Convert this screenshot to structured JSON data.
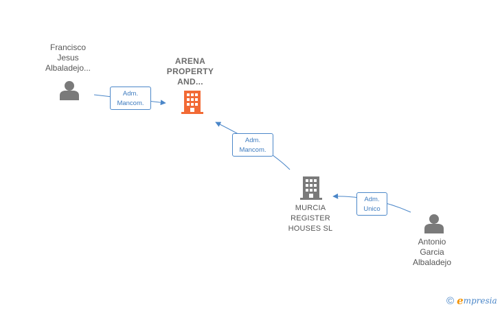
{
  "nodes": {
    "francisco": {
      "type": "person",
      "label": "Francisco\nJesus\nAlbaladejo..."
    },
    "arena": {
      "type": "company-main",
      "label": "ARENA\nPROPERTY\nAND..."
    },
    "murcia": {
      "type": "company",
      "label": "MURCIA\nREGISTER\nHOUSES SL"
    },
    "antonio": {
      "type": "person",
      "label": "Antonio\nGarcia\nAlbaladejo"
    }
  },
  "edges": [
    {
      "from": "francisco",
      "to": "arena",
      "label": "Adm.\nMancom."
    },
    {
      "from": "murcia",
      "to": "arena",
      "label": "Adm.\nMancom."
    },
    {
      "from": "antonio",
      "to": "murcia",
      "label": "Adm.\nUnico"
    }
  ],
  "colors": {
    "edge": "#4a86c8",
    "main_company": "#f26a35",
    "company": "#7a7a7a",
    "person": "#7a7a7a"
  },
  "icons": {
    "person": "person-icon",
    "company": "building-icon"
  },
  "brand": {
    "copyright": "©",
    "e": "e",
    "rest": "mpresia"
  }
}
